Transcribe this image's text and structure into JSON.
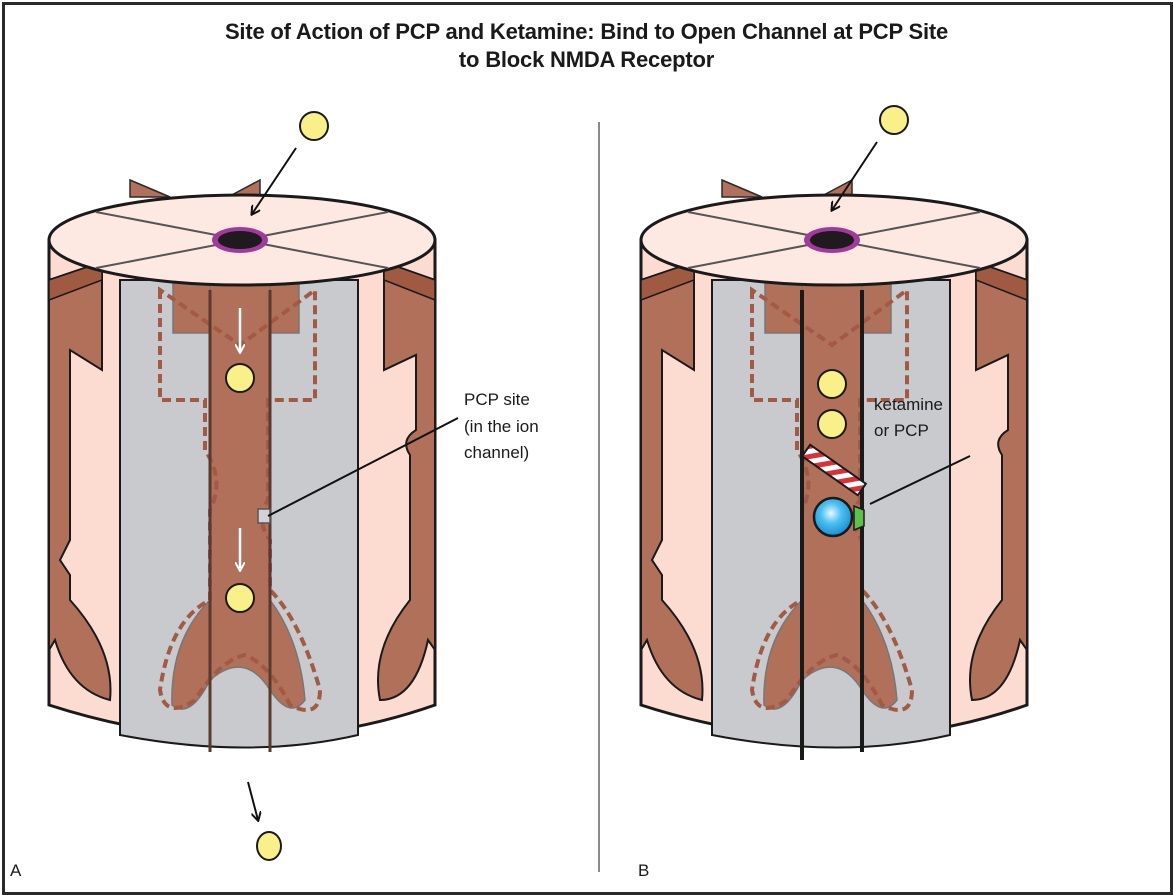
{
  "title": {
    "line1": "Site of Action of PCP and Ketamine: Bind to Open Channel at PCP Site",
    "line2": "to Block NMDA Receptor"
  },
  "panels": [
    {
      "id": "A",
      "label": "A",
      "state": "open channel, ions flowing through",
      "callout": {
        "line1": "PCP site",
        "line2": "(in the ion",
        "line3": "channel)"
      },
      "ions": [
        "ion-entering",
        "ion-in-channel-upper",
        "ion-in-channel-lower",
        "ion-exiting"
      ]
    },
    {
      "id": "B",
      "label": "B",
      "state": "channel blocked by ketamine or PCP",
      "callout": {
        "line1": "ketamine",
        "line2": "or PCP"
      },
      "ions": [
        "ion-entering",
        "ion-blocked-upper",
        "ion-blocked-lower"
      ]
    }
  ],
  "colors": {
    "membrane_pink": "#fcdcd0",
    "top_disc": "#fde8e2",
    "subunit_brown": "#b0705a",
    "channel_gray": "#c8cacd",
    "dash_brown": "#a35a44",
    "ion_yellow": "#faf08a",
    "pore_ring": "#a23a9a",
    "drug_blue": "#2aa8e8",
    "drug_green": "#5cc04a",
    "block_red": "#d9303a"
  }
}
